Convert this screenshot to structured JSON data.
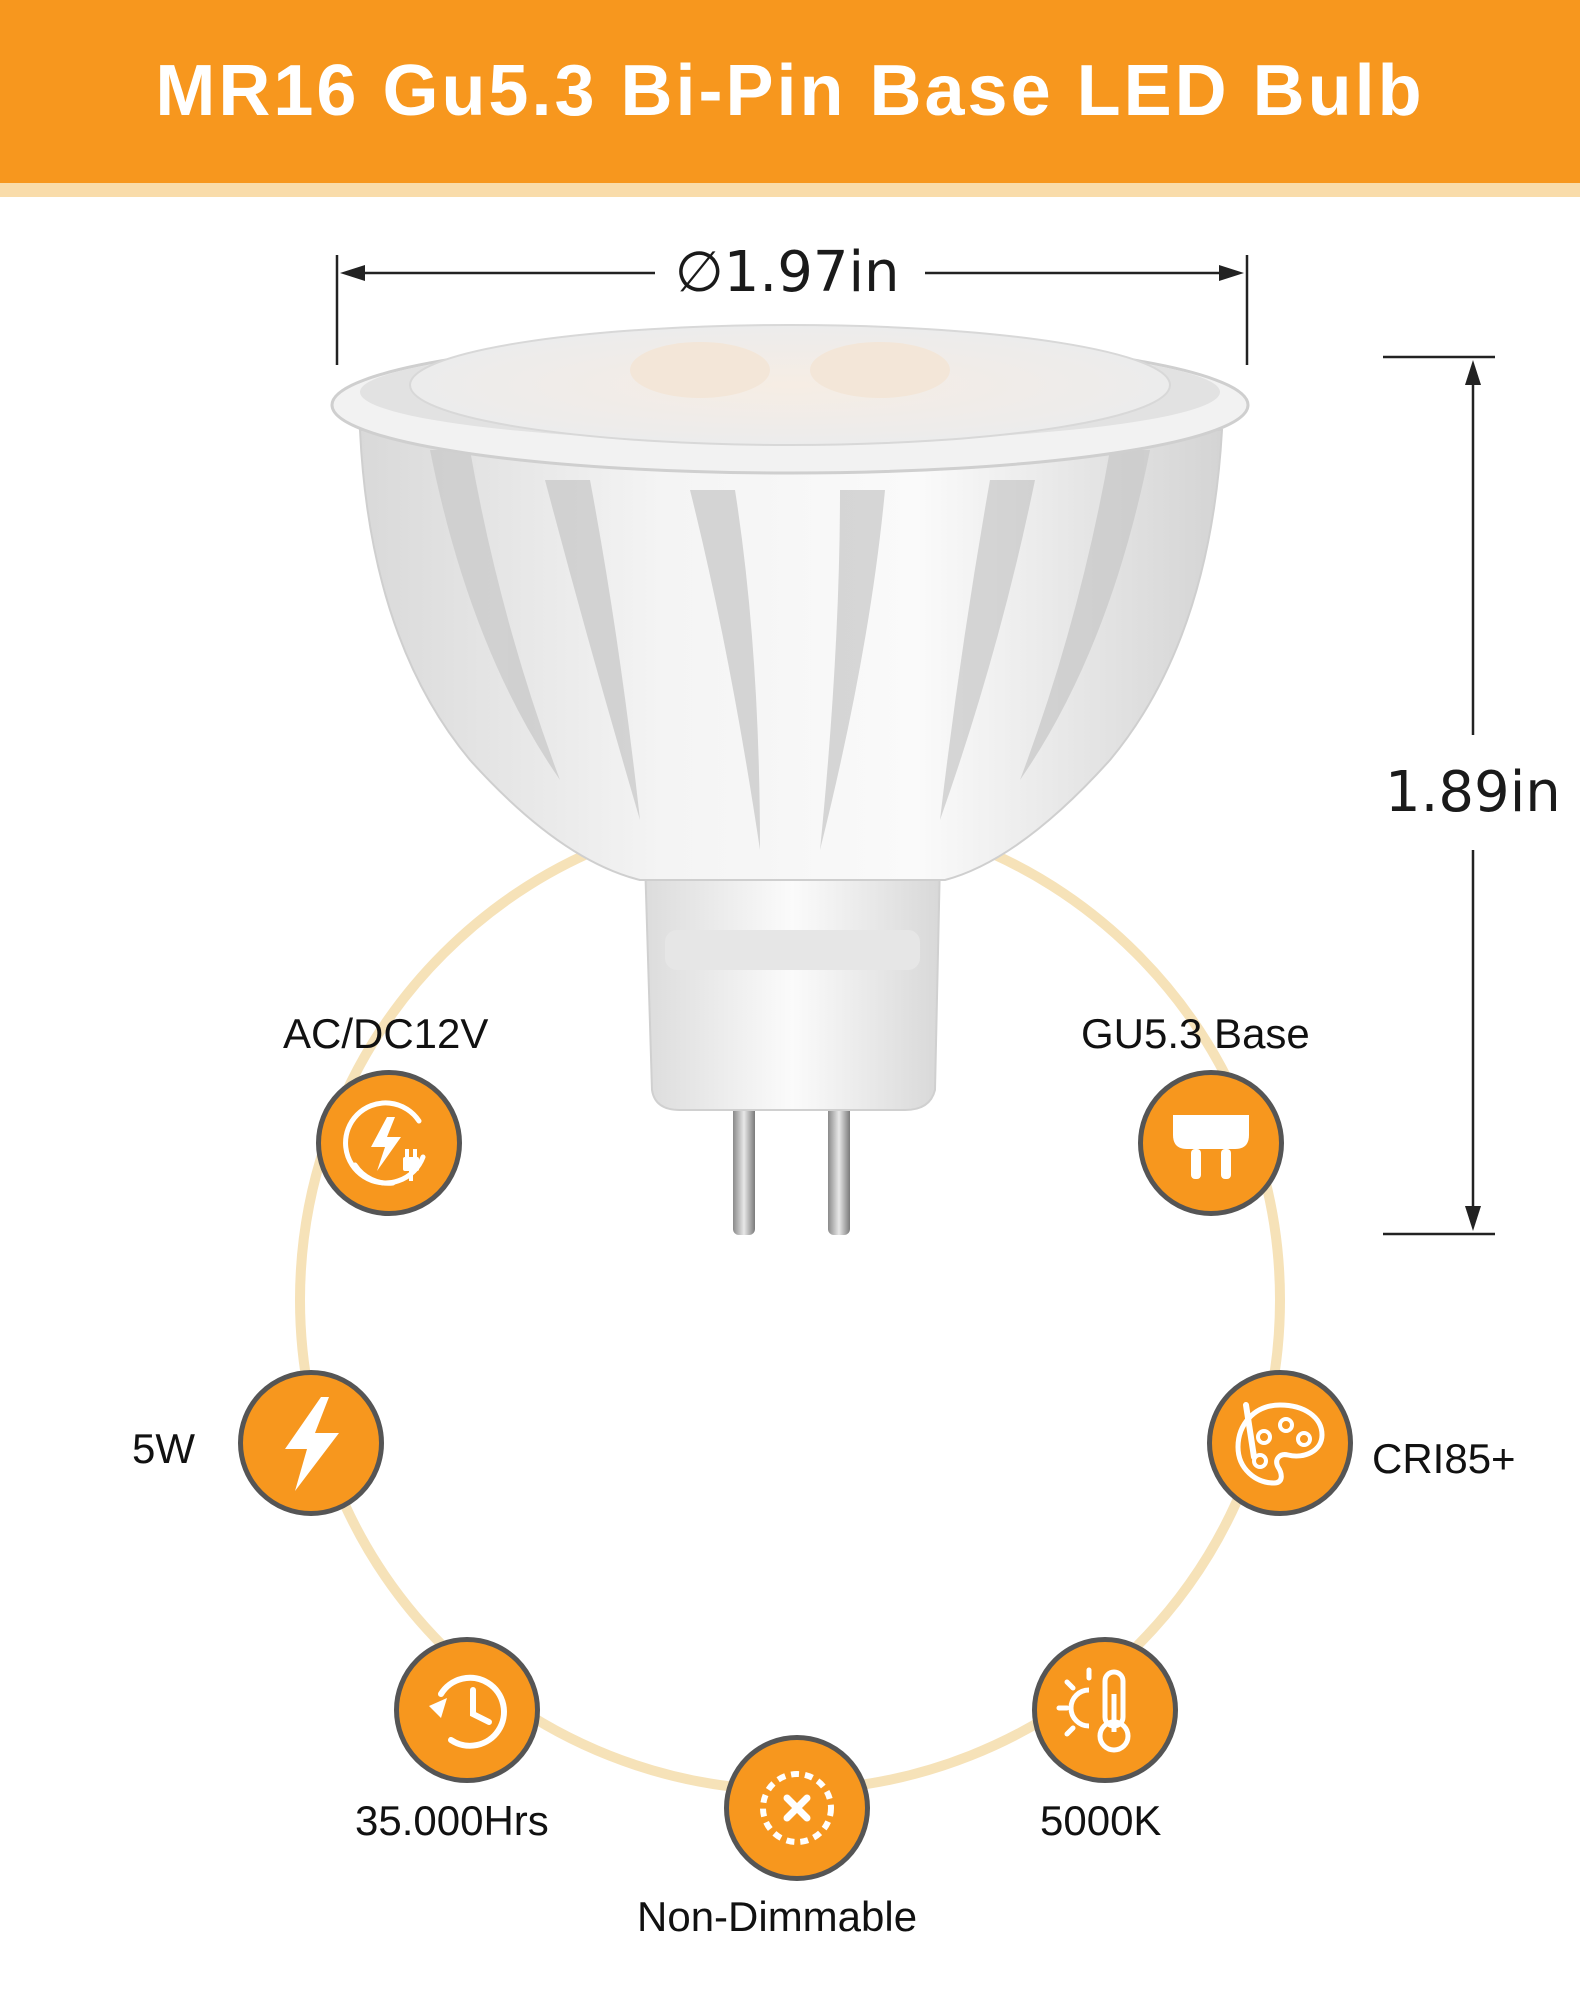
{
  "header": {
    "title": "MR16 Gu5.3 Bi-Pin Base LED Bulb"
  },
  "dimensions": {
    "diameter": "∅1.97in",
    "height": "1.89in"
  },
  "features": [
    {
      "id": "voltage",
      "label": "AC/DC12V",
      "icon": "voltage-plug-icon"
    },
    {
      "id": "base",
      "label": "GU5.3 Base",
      "icon": "bi-pin-base-icon"
    },
    {
      "id": "wattage",
      "label": "5W",
      "icon": "lightning-bolt-icon"
    },
    {
      "id": "cri",
      "label": "CRI85+",
      "icon": "paint-palette-icon"
    },
    {
      "id": "lifespan",
      "label": "35.000Hrs",
      "icon": "clock-icon"
    },
    {
      "id": "color_temp",
      "label": "5000K",
      "icon": "thermometer-sun-icon"
    },
    {
      "id": "dimming",
      "label": "Non-Dimmable",
      "icon": "non-dimmable-icon"
    }
  ],
  "colors": {
    "accent": "#f7971e",
    "accent_light": "#f9dcaa",
    "ring": "#f6e2b8",
    "badge_border": "#555555"
  }
}
